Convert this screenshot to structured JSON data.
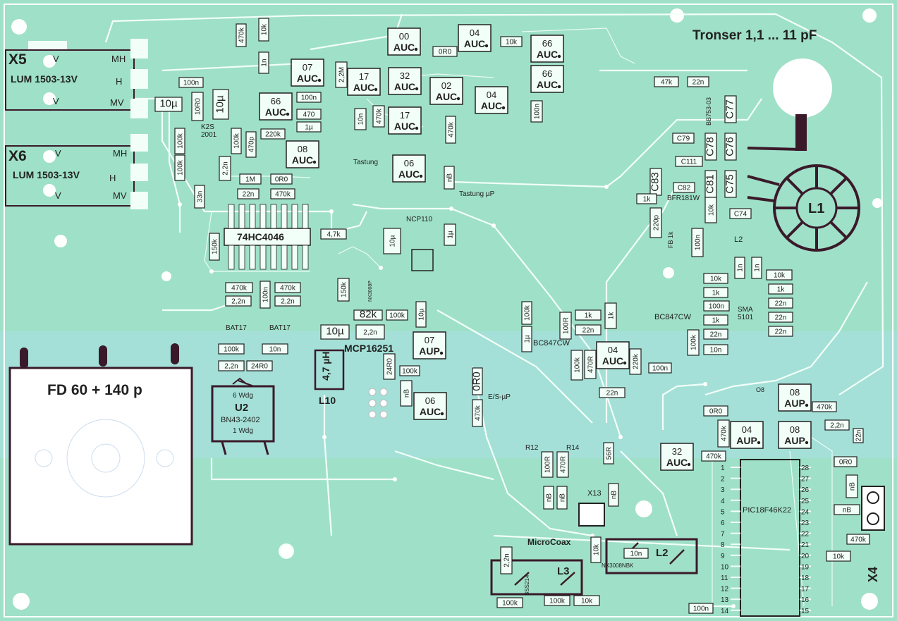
{
  "title": "Tronser 1,1 ... 11 pF",
  "connectors": {
    "x5": {
      "name": "X5",
      "part": "LUM 1503-13V",
      "pins": [
        "V",
        "MH",
        "H",
        "V",
        "MV"
      ]
    },
    "x6": {
      "name": "X6",
      "part": "LUM 1503-13V",
      "pins": [
        "V",
        "MH",
        "H",
        "V",
        "MV"
      ]
    },
    "x4": "X4",
    "x13": "X13"
  },
  "fd_capacitor": "FD 60 + 140 p",
  "u2": {
    "name": "U2",
    "wdg_top": "6 Wdg",
    "core": "BN43-2402",
    "wdg_bottom": "1 Wdg"
  },
  "ic_74hc": "74HC4046",
  "mcp": "MCP16251",
  "ncp": "NCP110",
  "pic": "PIC18F46K22",
  "microcoax": "MicroCoax",
  "inductors": {
    "l1": "L1",
    "l2": "L2",
    "l2b": "L2",
    "l3": "L3",
    "l10": "L10",
    "l10_value": "4,7 µH"
  },
  "bc847_1": "BC847CW",
  "bc847_2": "BC847CW",
  "bfr": "BFR181W",
  "sma": "SMA 5101",
  "tastung": "Tastung",
  "tastung_up": "Tastung µP",
  "es_up": "E/S-µP",
  "bat1": "BAT17",
  "bat2": "BAT17",
  "k2s": "K2S 2001",
  "bb": "BB753-03",
  "fb": "FB 1k",
  "nx": "NX3008NBK",
  "nx_small": "NX3008P",
  "bss": "BSS214",
  "r12": "R12",
  "r14": "R14",
  "o8": "O8",
  "auc_chips": [
    {
      "code": "00",
      "sub": "AUC"
    },
    {
      "code": "04",
      "sub": "AUC"
    },
    {
      "code": "66",
      "sub": "AUC"
    },
    {
      "code": "07",
      "sub": "AUC"
    },
    {
      "code": "17",
      "sub": "AUC"
    },
    {
      "code": "32",
      "sub": "AUC"
    },
    {
      "code": "02",
      "sub": "AUC"
    },
    {
      "code": "04",
      "sub": "AUC"
    },
    {
      "code": "66",
      "sub": "AUC"
    },
    {
      "code": "17",
      "sub": "AUC"
    },
    {
      "code": "66",
      "sub": "AUC"
    },
    {
      "code": "08",
      "sub": "AUC"
    },
    {
      "code": "06",
      "sub": "AUC"
    },
    {
      "code": "07",
      "sub": "AUP"
    },
    {
      "code": "06",
      "sub": "AUC"
    },
    {
      "code": "04",
      "sub": "AUC"
    },
    {
      "code": "08",
      "sub": "AUP"
    },
    {
      "code": "04",
      "sub": "AUP"
    },
    {
      "code": "08",
      "sub": "AUP"
    },
    {
      "code": "32",
      "sub": "AUC"
    }
  ],
  "parts": [
    "470k",
    "10k",
    "1n",
    "0R0",
    "10k",
    "100n",
    "10µ",
    "10R0",
    "10µ",
    "100n",
    "470",
    "1µ",
    "2,2M",
    "100k",
    "100k",
    "470p",
    "220k",
    "10n",
    "470k",
    "470k",
    "100n",
    "100k",
    "2,2n",
    "33n",
    "1M",
    "0R0",
    "22n",
    "470k",
    "150k",
    "4,7k",
    "10µ",
    "1µ",
    "nB",
    "47k",
    "22n",
    "C79",
    "C78",
    "C77",
    "C76",
    "C111",
    "C83",
    "C82",
    "C81",
    "C75",
    "1k",
    "10k",
    "220p",
    "100n",
    "C74",
    "1n",
    "1n",
    "10k",
    "10k",
    "1k",
    "1k",
    "100n",
    "22n",
    "1k",
    "22n",
    "22n",
    "22n",
    "100k",
    "10n",
    "470k",
    "470k",
    "100n",
    "2,2n",
    "2,2n",
    "100k",
    "10n",
    "150k",
    "82k",
    "100k",
    "10µ",
    "10µ",
    "2,2n",
    "2,2n",
    "24R0",
    "24R0",
    "100k",
    "nB",
    "0R0",
    "470k",
    "100k",
    "1µ",
    "1k",
    "22n",
    "22n",
    "100R",
    "100k",
    "470R",
    "220k",
    "100n",
    "1k",
    "100R",
    "470R",
    "56R",
    "nB",
    "nB",
    "nB",
    "0R0",
    "470k",
    "470k",
    "470k",
    "2,2n",
    "0R0",
    "nB",
    "nB",
    "470k",
    "10k",
    "100n",
    "10n",
    "10k",
    "2,2n",
    "100k",
    "100k",
    "10k",
    "22n"
  ],
  "pic_pins_left": [
    "1",
    "2",
    "3",
    "4",
    "5",
    "6",
    "7",
    "8",
    "9",
    "10",
    "11",
    "12",
    "13",
    "14"
  ],
  "pic_pins_right": [
    "28",
    "27",
    "26",
    "25",
    "24",
    "23",
    "22",
    "21",
    "20",
    "19",
    "18",
    "17",
    "16",
    "15"
  ]
}
